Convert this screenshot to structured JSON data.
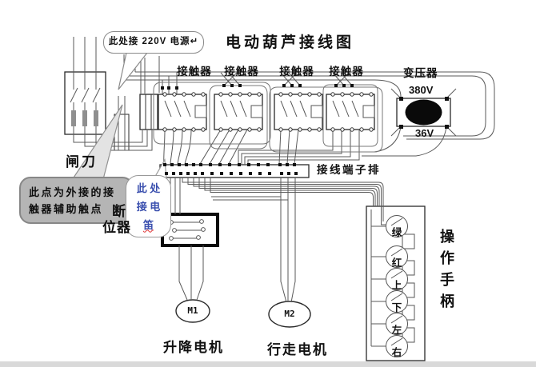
{
  "title": "电动葫芦接线图",
  "callouts": {
    "power_source": "此处接 220V 电源↵",
    "aux_contact": "此点为外接的接触器辅助触点",
    "horn": {
      "line1": "此 处",
      "line2": "接 电",
      "line3": "笛"
    }
  },
  "labels": {
    "knife_switch": "闸刀",
    "contactors": [
      "接触器",
      "接触器",
      "接触器",
      "接触器"
    ],
    "transformer": "变压器",
    "voltage_primary": "380V",
    "voltage_secondary": "36V",
    "terminal_strip": "接线端子排",
    "limiter_line1": "断",
    "limiter_line2": "位器",
    "motor1": "M1",
    "motor2": "M2",
    "motor1_name": "升降电机",
    "motor2_name": "行走电机",
    "handle": "操作手柄"
  },
  "handle_buttons": [
    "绿",
    "红",
    "上",
    "下",
    "左",
    "右"
  ],
  "colors": {
    "wire": "#5a5a5a",
    "component_outline": "#2a2a2a",
    "callout_gray_fill": "#b5b5b5",
    "horn_text_blue": "#3a4fae",
    "spellcheck_red": "#e03030",
    "fuse_gray": "#8f8f8f",
    "transformer_core_black": "#0a0a0a",
    "footer_band": "#d9d9d9"
  }
}
